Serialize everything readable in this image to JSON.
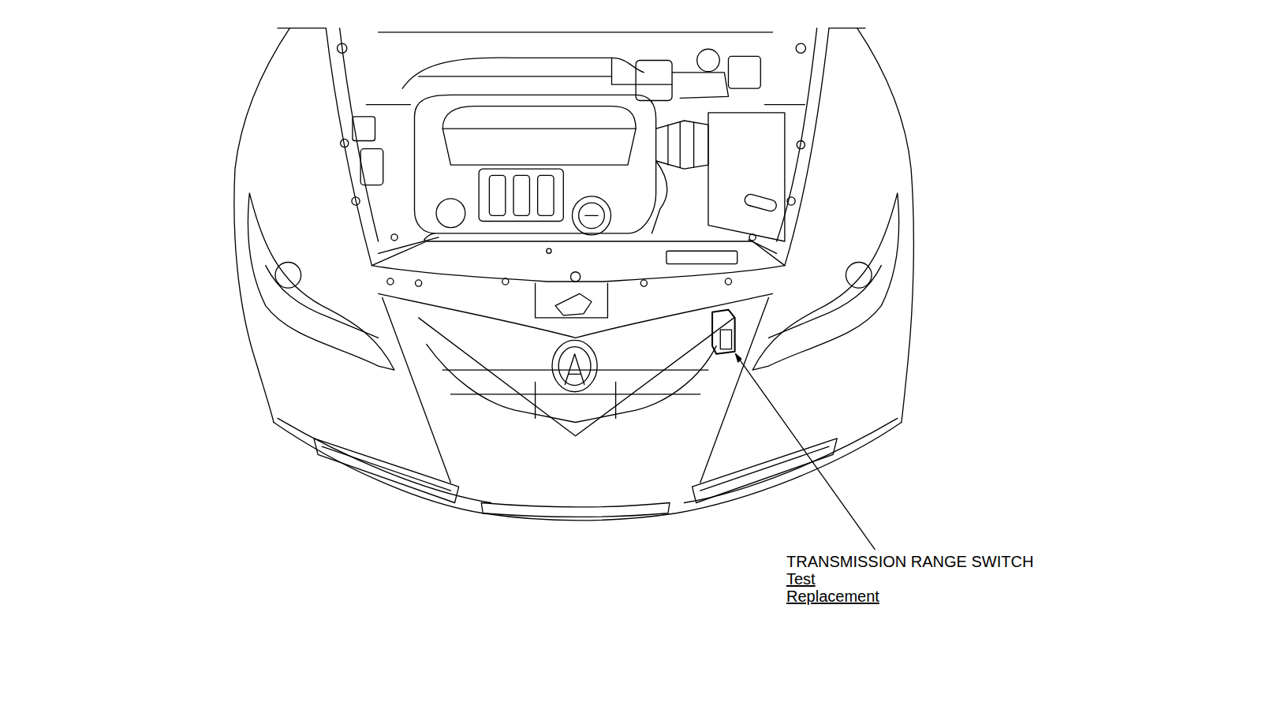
{
  "diagram": {
    "labels": [
      "TRANSMISSION RANGE SWITCH",
      "Test",
      "Replacement"
    ]
  }
}
